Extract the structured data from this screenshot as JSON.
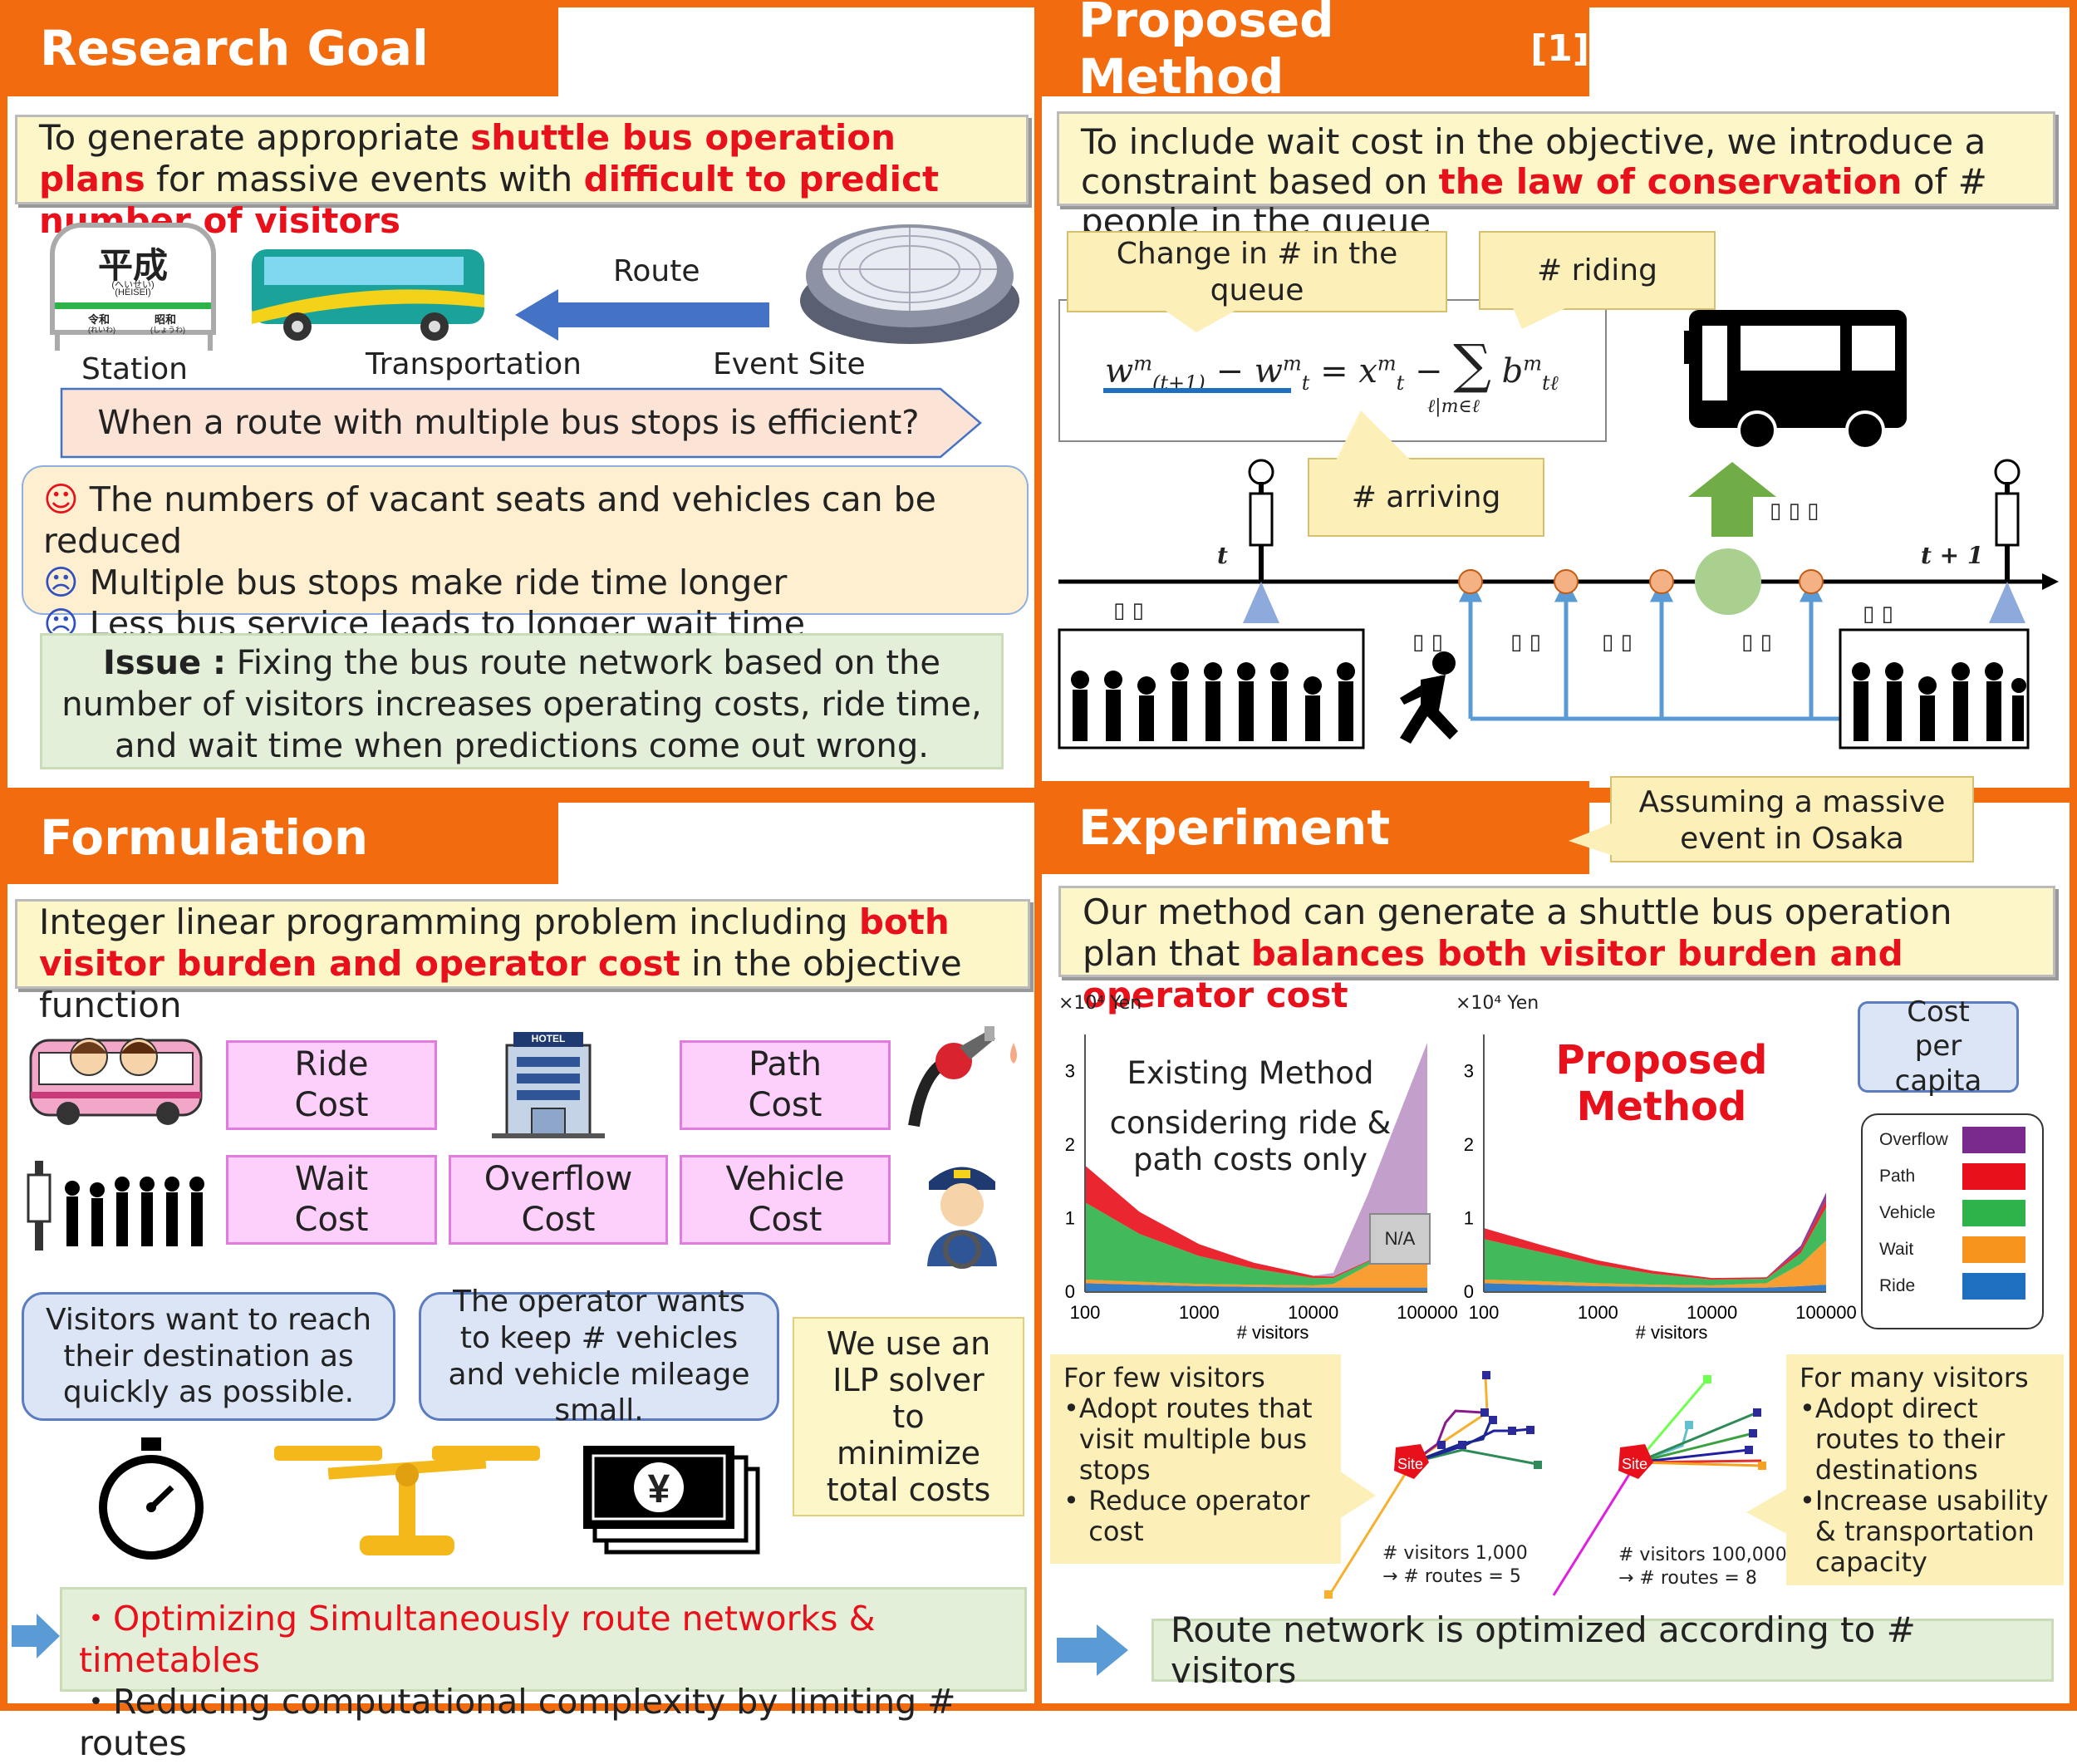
{
  "research_goal": {
    "heading": "Research Goal",
    "goal_prefix": "To generate appropriate ",
    "goal_red1": "shuttle bus operation plans",
    "goal_mid": " for massive events with ",
    "goal_red2": "difficult to predict number of visitors",
    "station_sign_main": "平成",
    "station_sign_reading": "(へいせい)",
    "station_sign_romaji": "(HEISEI)",
    "station_sign_left": "令和",
    "station_sign_left_reading": "(れいわ)",
    "station_sign_right": "昭和",
    "station_sign_right_reading": "(しょうわ)",
    "label_station": "Station",
    "label_transportation": "Transportation",
    "label_route": "Route",
    "label_event_site": "Event Site",
    "question": "When a route with multiple bus stops is efficient?",
    "pros_cons": [
      {
        "icon": "☺",
        "text": "The numbers of vacant seats and vehicles can be reduced",
        "color": "#e8101a"
      },
      {
        "icon": "☹",
        "text": "Multiple bus stops make ride time longer",
        "color": "#3050c0"
      },
      {
        "icon": "☹",
        "text": "Less bus service leads to longer wait time",
        "color": "#3050c0"
      }
    ],
    "issue_label": "Issue :",
    "issue_text": " Fixing the bus route network based on the number of visitors increases operating costs, ride time, and wait time when predictions come out wrong."
  },
  "formulation": {
    "heading": "Formulation",
    "intro_prefix": "Integer linear programming problem including ",
    "intro_red": "both visitor burden and operator cost",
    "intro_suffix": " in the objective function",
    "costs": {
      "ride": [
        "Ride",
        "Cost"
      ],
      "path": [
        "Path",
        "Cost"
      ],
      "wait": [
        "Wait",
        "Cost"
      ],
      "overflow": [
        "Overflow",
        "Cost"
      ],
      "vehicle": [
        "Vehicle",
        "Cost"
      ]
    },
    "hotel_sign": "HOTEL",
    "visitors_note": "Visitors want to reach their destination as quickly as possible.",
    "operator_note": "The operator wants to keep # vehicles and vehicle mileage small.",
    "solver_note": "We use an ILP solver to minimize total costs",
    "yen_symbol": "¥",
    "bullet1": "・Optimizing Simultaneously route networks & timetables",
    "bullet2": "・Reducing computational complexity by limiting # routes"
  },
  "proposed_method": {
    "heading": "Proposed Method",
    "ref": "[1]",
    "intro_prefix": "To include wait cost in the objective, we introduce a constraint based on ",
    "intro_red": "the law of conservation",
    "intro_suffix": " of # people in the queue",
    "callout_queue": "Change in # in the queue",
    "callout_riding": "# riding",
    "callout_arriving": "# arriving",
    "time_t": "t",
    "time_t1": "t + 1",
    "glyph": "▯ ▯",
    "glyph3": "▯ ▯ ▯"
  },
  "experiment": {
    "heading": "Experiment",
    "callout": "Assuming a massive event in Osaka",
    "intro_prefix": "Our method can generate a shuttle bus operation plan that ",
    "intro_red": "balances both visitor burden and operator cost",
    "unit_label": "×10⁴ Yen",
    "xlabel": "# visitors",
    "cost_per_capita": "Cost per capita",
    "legend": [
      {
        "name": "Overflow",
        "color": "#7a2a8c"
      },
      {
        "name": "Path",
        "color": "#e8101a"
      },
      {
        "name": "Vehicle",
        "color": "#2eb34a"
      },
      {
        "name": "Wait",
        "color": "#f7941d"
      },
      {
        "name": "Ride",
        "color": "#1f6fc0"
      }
    ],
    "left_title1": "Existing Method",
    "left_title2": "considering ride & path costs only",
    "na_label": "N/A",
    "right_title": "Proposed Method",
    "few_title": "For few visitors",
    "few_bullets": [
      "Adopt routes that visit multiple bus stops",
      "Reduce operator cost"
    ],
    "many_title": "For many visitors",
    "many_bullets": [
      "Adopt direct routes to their destinations",
      "Increase usability & transportation capacity"
    ],
    "site_label": "Site",
    "few_stats": [
      "# visitors 1,000",
      "→ # routes = 5"
    ],
    "many_stats": [
      "# visitors 100,000",
      "→ # routes = 8"
    ],
    "conclusion": "Route network is optimized according to # visitors"
  },
  "chart_data": [
    {
      "type": "area",
      "title": "Existing Method considering ride & path costs only",
      "xlabel": "# visitors",
      "ylabel": "×10⁴ Yen",
      "xscale": "log",
      "xlim": [
        100,
        100000
      ],
      "ylim": [
        0,
        3.5
      ],
      "x_ticks": [
        "100",
        "1000",
        "10000",
        "100000"
      ],
      "y_ticks": [
        "0",
        "1",
        "2",
        "3"
      ],
      "x": [
        100,
        300,
        1000,
        3000,
        10000,
        15000,
        30000,
        100000
      ],
      "series": [
        {
          "name": "Ride",
          "values": [
            0.12,
            0.1,
            0.08,
            0.07,
            0.06,
            0.06,
            0.06,
            0.06
          ]
        },
        {
          "name": "Wait",
          "values": [
            0.05,
            0.04,
            0.03,
            0.03,
            0.03,
            0.05,
            0.3,
            0.9
          ]
        },
        {
          "name": "Vehicle",
          "values": [
            1.05,
            0.65,
            0.38,
            0.22,
            0.1,
            0.08,
            0.05,
            0.02
          ]
        },
        {
          "name": "Path",
          "values": [
            0.5,
            0.3,
            0.16,
            0.08,
            0.03,
            0.02,
            0.01,
            0.01
          ]
        },
        {
          "name": "Overflow",
          "values": [
            0,
            0,
            0,
            0,
            0,
            0.05,
            0.9,
            2.4
          ]
        }
      ]
    },
    {
      "type": "area",
      "title": "Proposed Method",
      "xlabel": "# visitors",
      "ylabel": "×10⁴ Yen",
      "xscale": "log",
      "xlim": [
        100,
        100000
      ],
      "ylim": [
        0,
        3.5
      ],
      "x_ticks": [
        "100",
        "1000",
        "10000",
        "100000"
      ],
      "y_ticks": [
        "0",
        "1",
        "2",
        "3"
      ],
      "x": [
        100,
        300,
        1000,
        3000,
        10000,
        30000,
        60000,
        100000
      ],
      "series": [
        {
          "name": "Ride",
          "values": [
            0.12,
            0.1,
            0.08,
            0.07,
            0.06,
            0.06,
            0.08,
            0.1
          ]
        },
        {
          "name": "Wait",
          "values": [
            0.05,
            0.05,
            0.04,
            0.03,
            0.03,
            0.06,
            0.3,
            0.6
          ]
        },
        {
          "name": "Vehicle",
          "values": [
            0.55,
            0.4,
            0.25,
            0.15,
            0.08,
            0.06,
            0.15,
            0.45
          ]
        },
        {
          "name": "Path",
          "values": [
            0.15,
            0.1,
            0.06,
            0.04,
            0.02,
            0.02,
            0.05,
            0.1
          ]
        },
        {
          "name": "Overflow",
          "values": [
            0,
            0,
            0,
            0,
            0,
            0,
            0.05,
            0.1
          ]
        }
      ]
    }
  ]
}
